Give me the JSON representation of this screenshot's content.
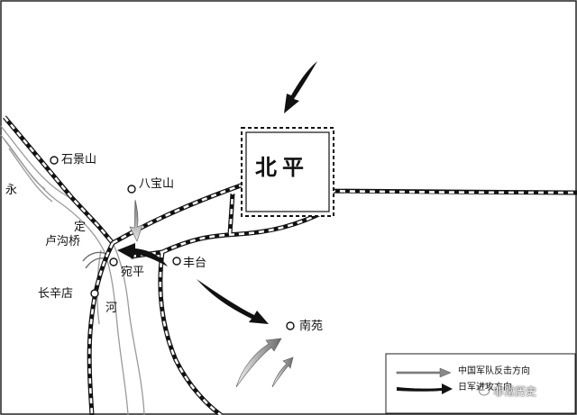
{
  "map": {
    "city": "北平",
    "places": {
      "shijingshan": "石景山",
      "babaoshan": "八宝山",
      "lugouqiao": "卢沟桥",
      "wanping": "宛平",
      "fengtai": "丰台",
      "changxindian": "长辛店",
      "nanyuan": "南苑"
    },
    "river": {
      "yong": "永",
      "ding": "定",
      "he": "河"
    }
  },
  "legend": {
    "chinese_counterattack": "中国军队反击方向",
    "japanese_attack": "日军进攻方向"
  },
  "watermark": {
    "text": "非常历史"
  },
  "colors": {
    "chinese_arrow": "#8a8a8a",
    "japanese_arrow": "#111111",
    "railway": "#111111",
    "river": "#9a9a9a"
  }
}
